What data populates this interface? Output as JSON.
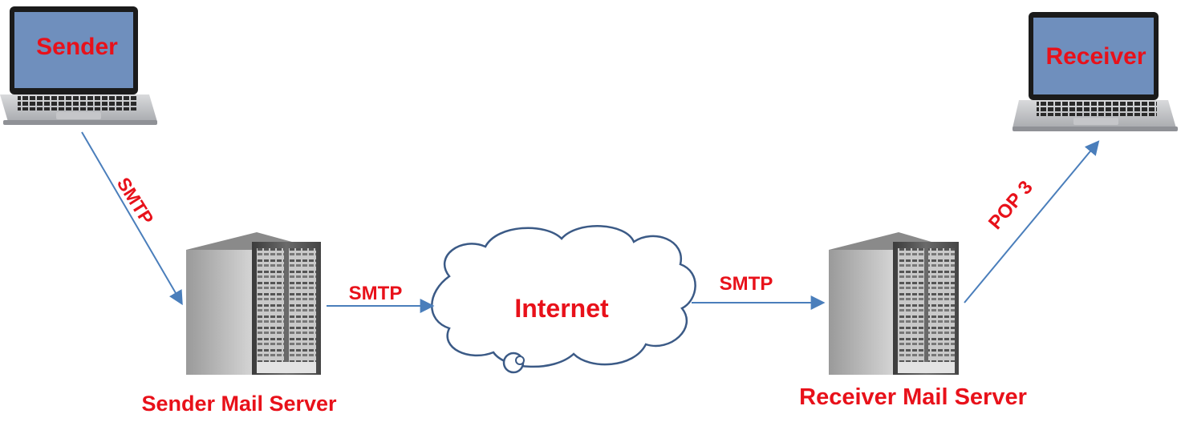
{
  "nodes": {
    "sender": "Sender",
    "receiver": "Receiver",
    "sender_server": "Sender Mail Server",
    "receiver_server": "Receiver Mail Server",
    "internet": "Internet"
  },
  "edges": {
    "sender_to_server": "SMTP",
    "server_to_internet": "SMTP",
    "internet_to_server": "SMTP",
    "server_to_receiver": "POP 3"
  },
  "colors": {
    "label": "#e8111a",
    "arrow": "#4a7ebb",
    "screen": "#6f8fbd",
    "cloud_fill": "#ffffff",
    "cloud_stroke": "#3b5a86"
  }
}
